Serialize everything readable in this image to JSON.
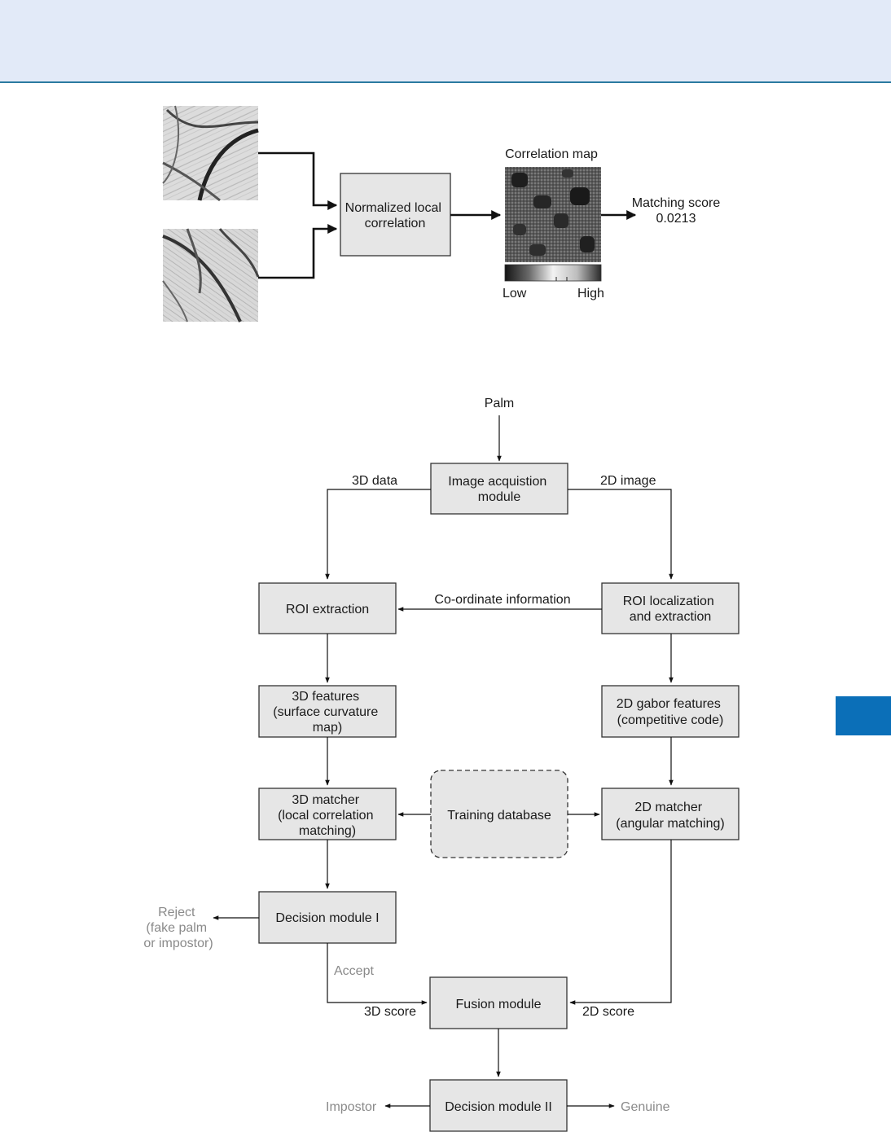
{
  "top": {
    "box_label": [
      "Normalized local",
      "correlation"
    ],
    "correlation_map_title": "Correlation map",
    "scale_low": "Low",
    "scale_high": "High",
    "matching_score_label": "Matching score",
    "matching_score_value": "0.0213"
  },
  "flow": {
    "palm": "Palm",
    "image_acquisition": [
      "Image acquistion",
      "module"
    ],
    "data_3d": "3D data",
    "image_2d": "2D image",
    "roi_extraction": [
      "ROI extraction"
    ],
    "coordinate_info": "Co-ordinate information",
    "roi_localization": [
      "ROI localization",
      "and extraction"
    ],
    "features_3d": [
      "3D features",
      "(surface curvature",
      "map)"
    ],
    "features_2d": [
      "2D gabor features",
      "(competitive code)"
    ],
    "matcher_3d": [
      "3D matcher",
      "(local correlation",
      "matching)"
    ],
    "training_db": [
      "Training database"
    ],
    "matcher_2d": [
      "2D matcher",
      "(angular matching)"
    ],
    "decision_1": [
      "Decision module I"
    ],
    "reject": [
      "Reject",
      "(fake palm",
      "or impostor)"
    ],
    "accept": "Accept",
    "fusion": [
      "Fusion module"
    ],
    "score_3d": "3D score",
    "score_2d": "2D score",
    "decision_2": [
      "Decision module II"
    ],
    "impostor": "Impostor",
    "genuine": "Genuine"
  },
  "colors": {
    "header_band": "#e2eaf8",
    "header_rule": "#2a7aa0",
    "side_tab": "#0b6fb8",
    "box_fill": "#e6e6e6"
  }
}
